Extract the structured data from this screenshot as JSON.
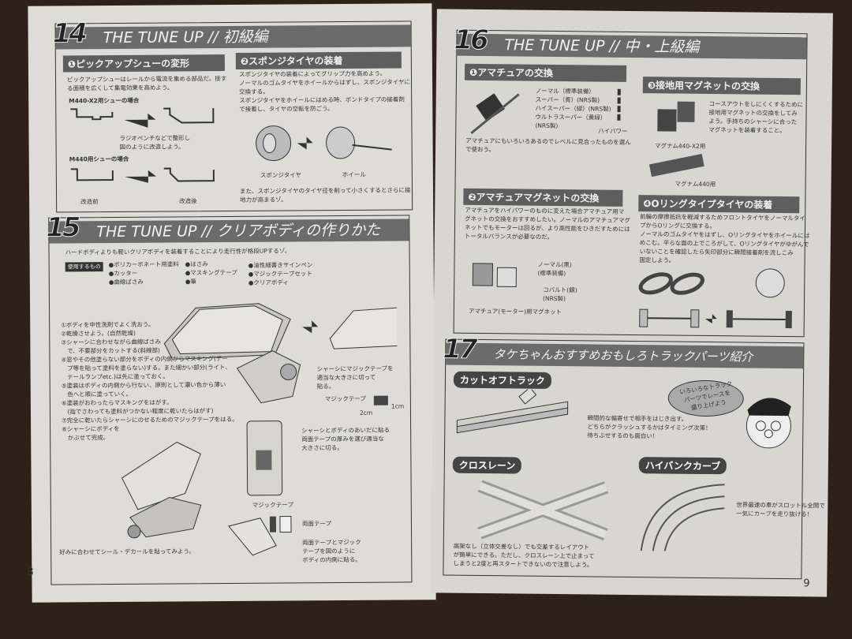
{
  "left_page": {
    "page_number": "8",
    "s14": {
      "number": "14",
      "title": "THE TUNE UP // 初級編",
      "sub1": {
        "title": "❶ピックアップシューの変形",
        "text": [
          "ピックアップシューはレールから電流を集める部品だ。接す",
          "る面積を広くして集電効果を高めよう。"
        ],
        "label_a": "M440-X2用シューの場合",
        "note": [
          "ラジオペンチなどで整形し",
          "図のように改造しよう。"
        ],
        "label_b": "M440用シューの場合",
        "before": "改造前",
        "after": "改造後"
      },
      "sub2": {
        "title": "❷スポンジタイヤの装着",
        "text": [
          "スポンジタイヤの装着によってグリップ力を高めよう。",
          "ノーマルのゴムタイヤをホイールからはずし、スポンジタイヤに",
          "交換する。",
          "スポンジタイヤをホイールにはめる時、ボンドタイプの接着剤",
          "で接着し、タイヤの空転を防ごう。"
        ],
        "cap_tire": "スポンジタイヤ",
        "cap_wheel": "ホイール",
        "note": [
          "また、スポンジタイヤのタイヤ径を削って小さくするとさらに接",
          "地力が高まるゾ。"
        ]
      }
    },
    "s15": {
      "number": "15",
      "title": "THE TUNE UP // クリアボディの作りかた",
      "intro": "ハードボディよりも軽いクリアボディを装着することにより走行性が格段UPするゾ。",
      "tools_label": "使用するもの",
      "tools": [
        [
          "●ポリカーボネート用塗料",
          "●カッター",
          "●曲線ばさみ"
        ],
        [
          "●はさみ",
          "●マスキングテープ",
          "●筆"
        ],
        [
          "●油性細書きサインペン",
          "●マジックテープセット",
          "●クリアボディ"
        ]
      ],
      "steps": [
        "①ボディを中性洗剤でよく洗おう。",
        "②乾燥させよう。(自然乾燥)",
        "③シャーシに合わせながら曲線ばさみ",
        "　で、不要部分をカットする(斜線部)",
        "④窓やその他塗らない部分をボディの内側からマスキング(テー",
        "　プ等を貼って塗料を塗らない)する。また細かい部分(ライト、",
        "　テールランプetc.)は先に塗っておく。",
        "⑤塗装はボディの内側から行ない、原則として濃い色から薄い",
        "　色へと順に塗っていく。",
        "⑥塗装がおわったらマスキングをはがす。",
        "　(指でさわっても塗料がつかない程度に乾いたらはがす)",
        "⑦完全に乾いたらシャーシにのせるためのマジックテープをはる。",
        "⑧シャーシにボディを",
        "　かぶせて完成。"
      ],
      "note_chassis": [
        "シャーシにマジックテープを",
        "適当な大きさに切って",
        "貼る。"
      ],
      "magic_tape": "マジックテープ",
      "dim_w": "2cm",
      "dim_h": "1cm",
      "note_tape": [
        "シャーシとボディのあいだに貼る",
        "両面テープの厚みを選び適当な",
        "大きさに切る。"
      ],
      "magic_tape2": "マジックテープ",
      "double_tape": "両面テープ",
      "note_body": [
        "両面テープとマジック",
        "テープを図のように",
        "ボディの内側に貼る。"
      ],
      "footer": "好みに合わせてシール・デカールを貼ってみよう。"
    }
  },
  "right_page": {
    "page_number": "9",
    "s16": {
      "number": "16",
      "title": "THE TUNE UP // 中・上級編",
      "sub1": {
        "title": "❶アマチュアの交換",
        "options": [
          "ノーマル（標準装備）",
          "スーパー（青）(NRS製)",
          "ハイスーパー（緑）(NRS製)",
          "ウルトラスーパー（黄緑）",
          "(NRS製)"
        ],
        "arrow_label": "ハイパワー",
        "text": [
          "アマチュアにもいろいろあるのでレベルに見合ったものを選ん",
          "で使おう。"
        ]
      },
      "sub2": {
        "title": "❷アマチュアマグネットの交換",
        "text": [
          "アマチュアをハイパワーのものに変えた場合アマチュア用マ",
          "グネットの交換をおすすめしたい。ノーマルのアマチュアマグ",
          "ネットでもモーターは回るが、より高性能をひきだすためには",
          "トータルバランスが必要なのだ。"
        ],
        "opt1": [
          "ノーマル(黒)",
          "(標準装備)"
        ],
        "opt2": [
          "コバルト(銀)",
          "(NRS製)"
        ],
        "caption": "アマチュア(モーター)用マグネット"
      },
      "sub3": {
        "title": "❸接地用マグネットの交換",
        "text": [
          "コースアウトをしにくくするために",
          "接地用マグネットの交換をしてみ",
          "よう。手持ちのシャーシに合った",
          "マグネットを装着すること。"
        ],
        "cap1": "マグナム440-X2用",
        "cap2": "マグナム440用"
      },
      "sub4": {
        "title": "❹Oリングタイプタイヤの装着",
        "text": [
          "前輪の摩擦抵抗を軽減するためフロントタイヤをノーマルタイ",
          "プからOリングに交換する。",
          "ノーマルのゴムタイヤをはずし、Oリングタイヤをホイールには",
          "めこむ。平らな面の上でころがして、Oリングタイヤがゆがんで",
          "いないことを確認したら矢印部分に瞬間接着剤を流しこみ",
          "固定しよう。"
        ]
      }
    },
    "s17": {
      "number": "17",
      "title": "タケちゃんおすすめおもしろトラックパーツ紹介",
      "speech": [
        "いろいろなトラック",
        "パーツでレースを",
        "盛り上げよう"
      ],
      "cutoff": {
        "label": "カットオフトラック",
        "text": [
          "瞬間的な幅寄せで相手をはじき出す。",
          "どちらがクラッシュするかはタイミング次第！",
          "待ちぶせするのも面白い！"
        ]
      },
      "cross": {
        "label": "クロスレーン",
        "text": [
          "高架なし（立体交差なし）でも交差するレイアウト",
          "が簡単にできる。ただし、クロスレーン上で止まって",
          "しまうと2度と再スタートできないので注意しよう。"
        ]
      },
      "highbank": {
        "label": "ハイバンクカーブ",
        "text": [
          "世界最速の車がスロットル全開で",
          "一気にカーブを走り抜ける！"
        ]
      }
    }
  }
}
